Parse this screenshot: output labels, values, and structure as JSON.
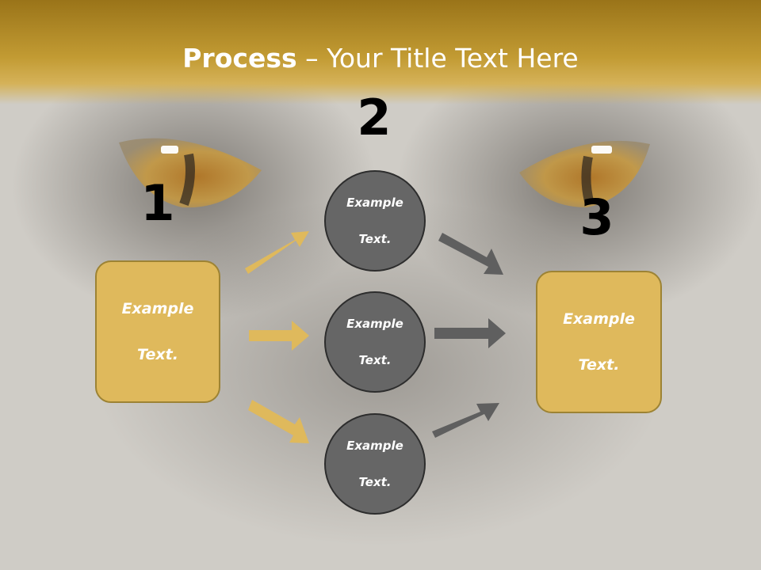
{
  "title": {
    "bold": "Process",
    "rest": " – Your Title Text Here"
  },
  "steps": {
    "step1": "1",
    "step2": "2",
    "step3": "3"
  },
  "left_box": {
    "line1": "Example",
    "line2": "Text."
  },
  "circles": [
    {
      "line1": "Example",
      "line2": "Text."
    },
    {
      "line1": "Example",
      "line2": "Text."
    },
    {
      "line1": "Example",
      "line2": "Text."
    }
  ],
  "right_box": {
    "line1": "Example",
    "line2": "Text."
  },
  "colors": {
    "header_gold": "#c29b33",
    "box_fill": "#dfb95c",
    "box_border": "#9d8334",
    "circle_fill": "#666666",
    "circle_border": "#2d2d2d",
    "gold_arrow": "#dfb95c",
    "gray_arrow": "#5f5f5f",
    "background": "#cfccc6"
  }
}
